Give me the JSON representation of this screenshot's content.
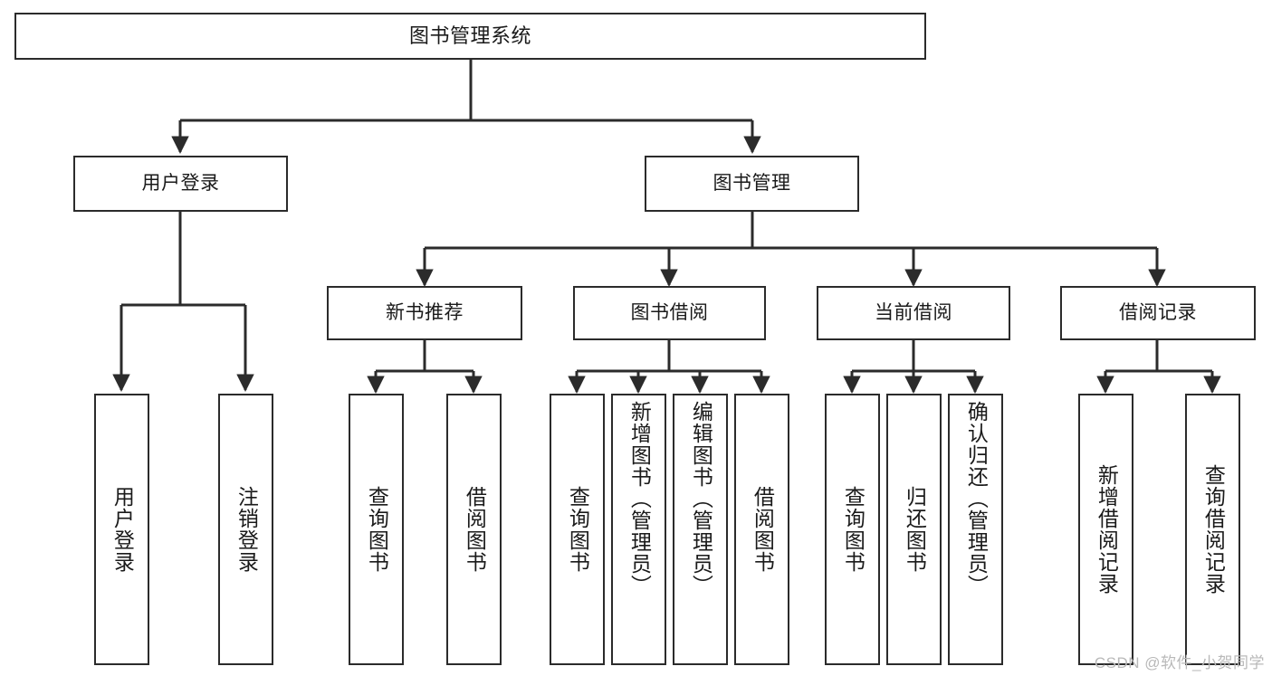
{
  "diagram": {
    "title": "图书管理系统",
    "watermark": "CSDN @软件_小贺同学",
    "colors": {
      "background": "#ffffff",
      "node_border": "#2b2b2b",
      "node_fill": "#ffffff",
      "connector": "#2b2b2b",
      "text": "#1a1a1a",
      "watermark": "#b9b9b9"
    },
    "levels": {
      "root": "图书管理系统",
      "level2": [
        "用户登录",
        "图书管理"
      ],
      "level3": [
        "新书推荐",
        "图书借阅",
        "当前借阅",
        "借阅记录"
      ]
    }
  },
  "nodes": {
    "root": {
      "label": "图书管理系统"
    },
    "user_login": {
      "label": "用户登录"
    },
    "book_manage": {
      "label": "图书管理"
    },
    "new_book_rec": {
      "label": "新书推荐"
    },
    "book_borrow": {
      "label": "图书借阅"
    },
    "current_borrow": {
      "label": "当前借阅"
    },
    "borrow_record": {
      "label": "借阅记录"
    },
    "leaf_user_login": {
      "label": "用户登录"
    },
    "leaf_logout": {
      "label": "注销登录"
    },
    "leaf_query_book_1": {
      "label": "查询图书"
    },
    "leaf_borrow_book_1": {
      "label": "借阅图书"
    },
    "leaf_query_book_2": {
      "label": "查询图书"
    },
    "leaf_add_book": {
      "label": "新增图书（管理员）"
    },
    "leaf_edit_book": {
      "label": "编辑图书（管理员）"
    },
    "leaf_borrow_book_2": {
      "label": "借阅图书"
    },
    "leaf_query_book_3": {
      "label": "查询图书"
    },
    "leaf_return_book": {
      "label": "归还图书"
    },
    "leaf_confirm_return": {
      "label": "确认归还（管理员）"
    },
    "leaf_add_record": {
      "label": "新增借阅记录"
    },
    "leaf_query_record": {
      "label": "查询借阅记录"
    }
  },
  "tree": {
    "name": "图书管理系统",
    "children": [
      {
        "name": "用户登录",
        "children": [
          {
            "name": "用户登录"
          },
          {
            "name": "注销登录"
          }
        ]
      },
      {
        "name": "图书管理",
        "children": [
          {
            "name": "新书推荐",
            "children": [
              {
                "name": "查询图书"
              },
              {
                "name": "借阅图书"
              }
            ]
          },
          {
            "name": "图书借阅",
            "children": [
              {
                "name": "查询图书"
              },
              {
                "name": "新增图书（管理员）"
              },
              {
                "name": "编辑图书（管理员）"
              },
              {
                "name": "借阅图书"
              }
            ]
          },
          {
            "name": "当前借阅",
            "children": [
              {
                "name": "查询图书"
              },
              {
                "name": "归还图书"
              },
              {
                "name": "确认归还（管理员）"
              }
            ]
          },
          {
            "name": "借阅记录",
            "children": [
              {
                "name": "新增借阅记录"
              },
              {
                "name": "查询借阅记录"
              }
            ]
          }
        ]
      }
    ]
  }
}
